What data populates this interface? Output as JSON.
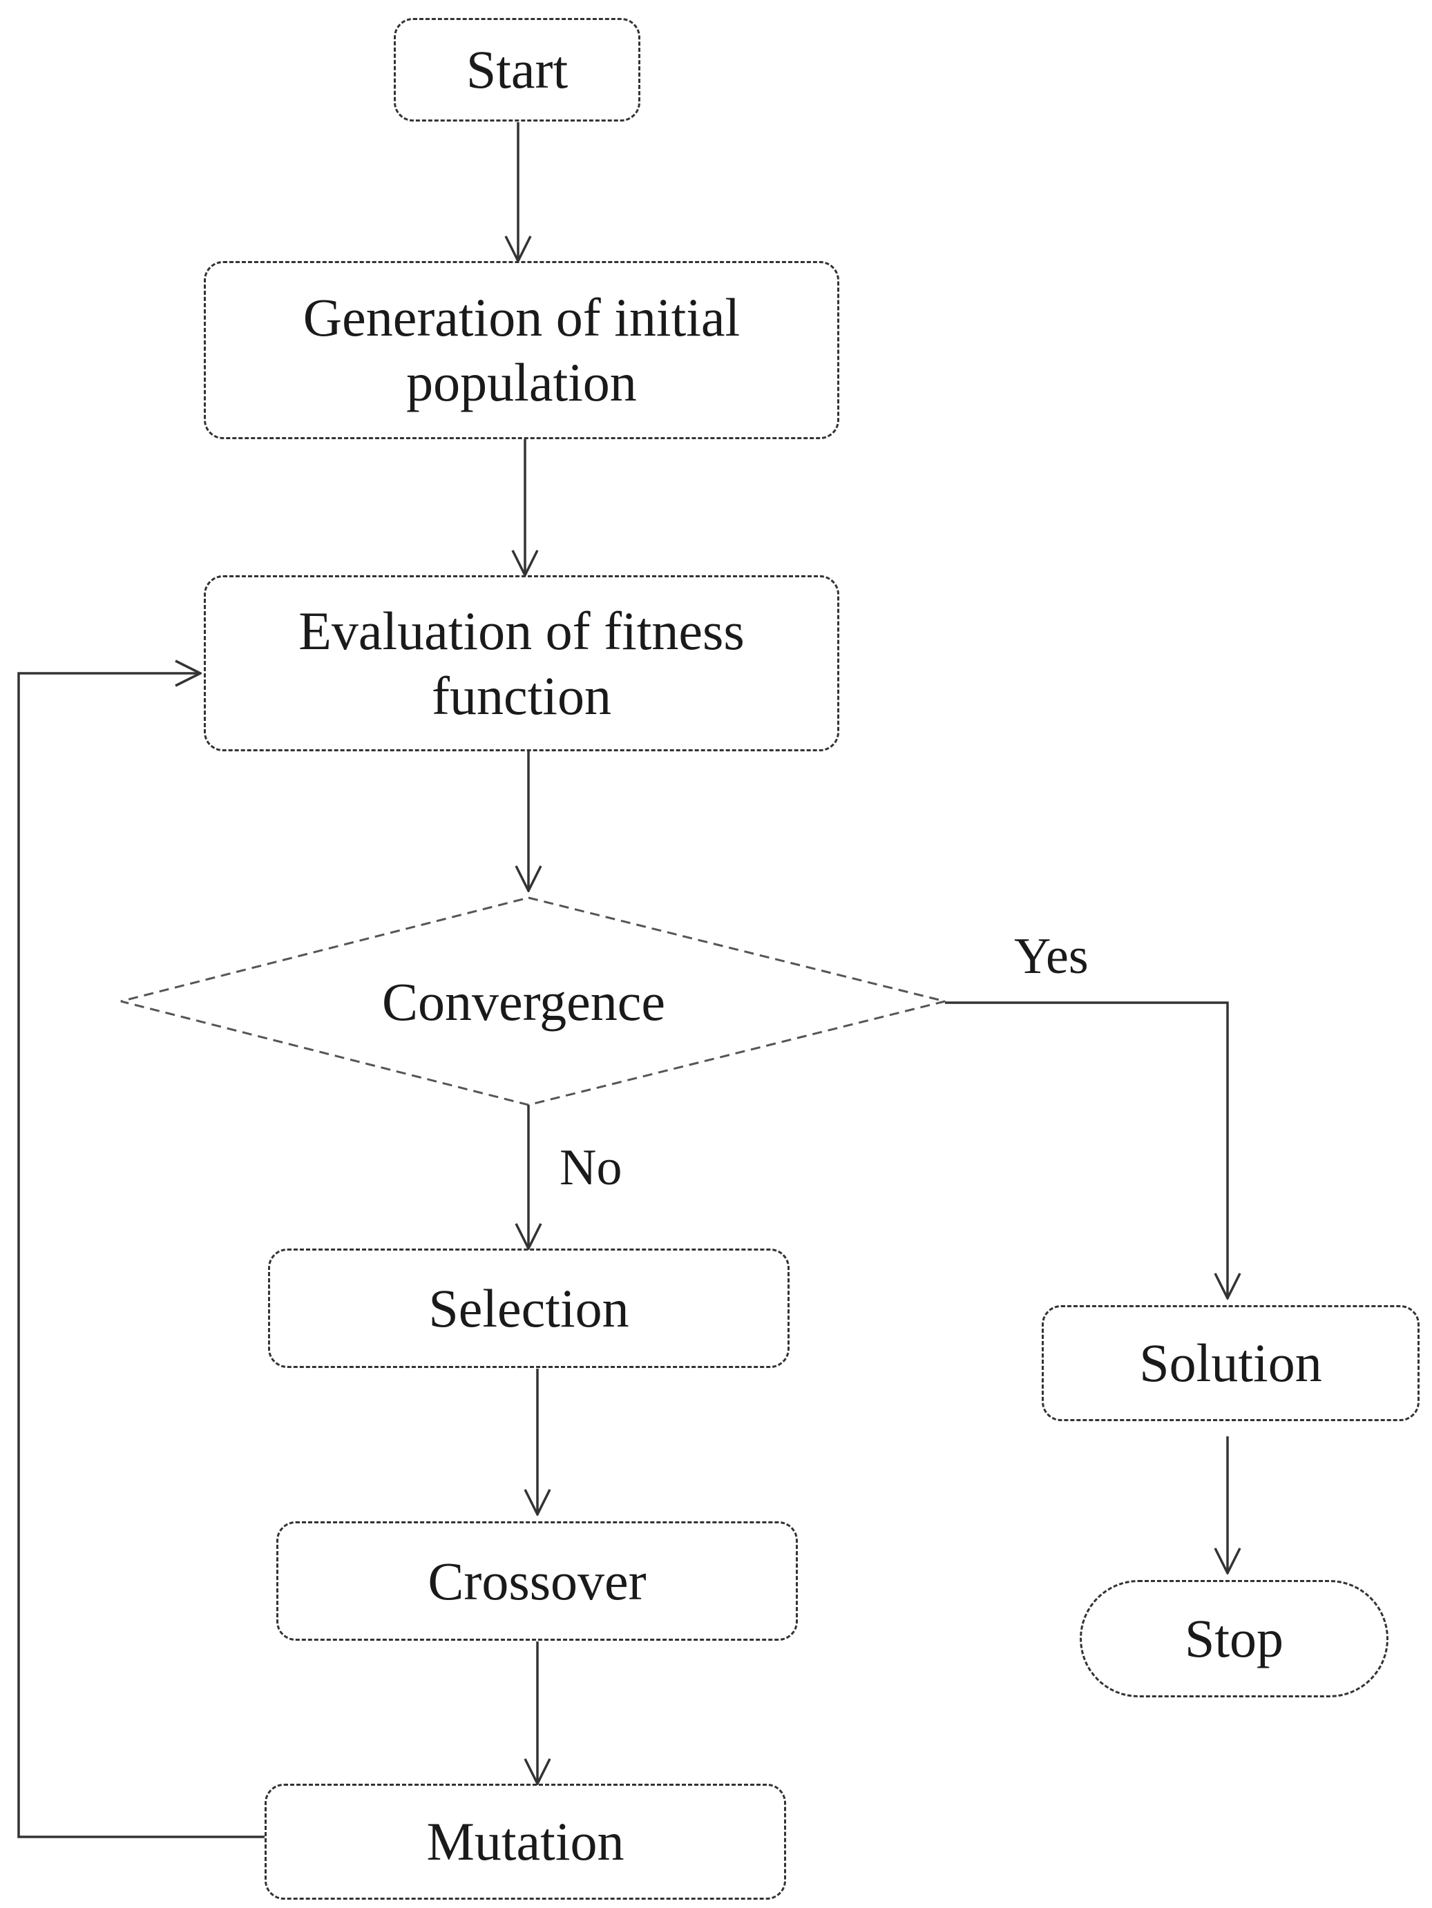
{
  "diagram": {
    "nodes": {
      "start": {
        "label": "Start",
        "shape": "rounded-rect"
      },
      "init": {
        "label": "Generation of initial population",
        "shape": "rounded-rect"
      },
      "evaluate": {
        "label": "Evaluation of fitness function",
        "shape": "rounded-rect"
      },
      "converge": {
        "label": "Convergence",
        "shape": "diamond"
      },
      "selection": {
        "label": "Selection",
        "shape": "rounded-rect"
      },
      "crossover": {
        "label": "Crossover",
        "shape": "rounded-rect"
      },
      "mutation": {
        "label": "Mutation",
        "shape": "rounded-rect"
      },
      "solution": {
        "label": "Solution",
        "shape": "rounded-rect"
      },
      "stop": {
        "label": "Stop",
        "shape": "stadium"
      }
    },
    "edge_labels": {
      "yes": "Yes",
      "no": "No"
    },
    "edges": [
      {
        "from": "start",
        "to": "init"
      },
      {
        "from": "init",
        "to": "evaluate"
      },
      {
        "from": "evaluate",
        "to": "converge"
      },
      {
        "from": "converge",
        "to": "solution",
        "label": "Yes"
      },
      {
        "from": "converge",
        "to": "selection",
        "label": "No"
      },
      {
        "from": "selection",
        "to": "crossover"
      },
      {
        "from": "crossover",
        "to": "mutation"
      },
      {
        "from": "mutation",
        "to": "evaluate"
      },
      {
        "from": "solution",
        "to": "stop"
      }
    ],
    "colors": {
      "stroke": "#333333",
      "text": "#1a1a1a",
      "background": "#ffffff"
    }
  }
}
